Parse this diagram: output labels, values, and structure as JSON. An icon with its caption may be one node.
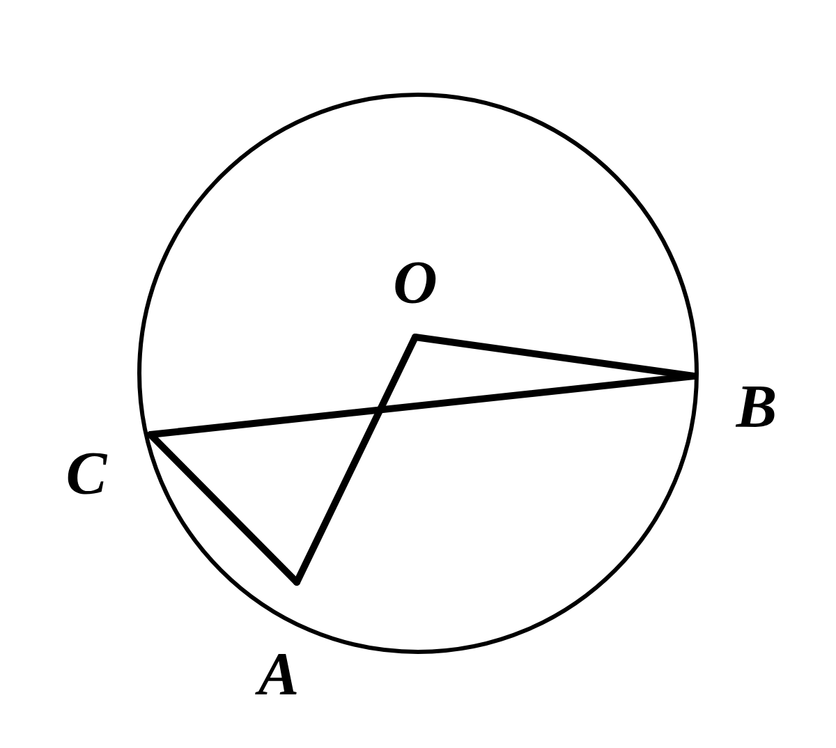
{
  "diagram": {
    "nodes": [
      {
        "text": [
          "O"
        ]
      },
      {
        "text": [
          "B"
        ]
      },
      {
        "text": [
          "C"
        ]
      },
      {
        "text": [
          "A"
        ]
      }
    ],
    "edges": [
      {
        "from": 0,
        "to": 3,
        "arrow": "none"
      },
      {
        "from": 0,
        "to": 1,
        "arrow": "none"
      },
      {
        "from": 2,
        "to": 1,
        "arrow": "none"
      },
      {
        "from": 2,
        "to": 3,
        "arrow": "none"
      }
    ]
  }
}
